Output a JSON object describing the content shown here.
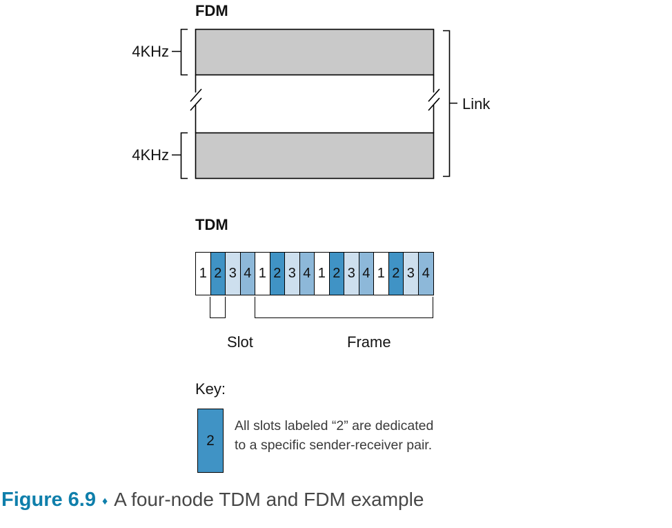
{
  "fdm": {
    "title": "FDM",
    "band_label_top": "4KHz",
    "band_label_bottom": "4KHz",
    "link_label": "Link",
    "band_color": "#c9c9c9"
  },
  "tdm": {
    "title": "TDM",
    "slot_bracket_label": "Slot",
    "frame_bracket_label": "Frame",
    "colors": {
      "type1": "#ffffff",
      "type2": "#4093c5",
      "type3": "#cddfee",
      "type4": "#8db8d9"
    },
    "slots": [
      {
        "label": "1",
        "type": 1
      },
      {
        "label": "2",
        "type": 2
      },
      {
        "label": "3",
        "type": 3
      },
      {
        "label": "4",
        "type": 4
      },
      {
        "label": "1",
        "type": 1
      },
      {
        "label": "2",
        "type": 2
      },
      {
        "label": "3",
        "type": 3
      },
      {
        "label": "4",
        "type": 4
      },
      {
        "label": "1",
        "type": 1
      },
      {
        "label": "2",
        "type": 2
      },
      {
        "label": "3",
        "type": 3
      },
      {
        "label": "4",
        "type": 4
      },
      {
        "label": "1",
        "type": 1
      },
      {
        "label": "2",
        "type": 2
      },
      {
        "label": "3",
        "type": 3
      },
      {
        "label": "4",
        "type": 4
      }
    ]
  },
  "key": {
    "title": "Key:",
    "swatch_label": "2",
    "line1": "All slots labeled “2” are dedicated",
    "line2": "to a specific sender-receiver pair."
  },
  "caption": {
    "figure_label": "Figure 6.9",
    "separator": "♦",
    "text": "A four-node TDM and FDM example",
    "accent_color": "#0f7fab"
  }
}
